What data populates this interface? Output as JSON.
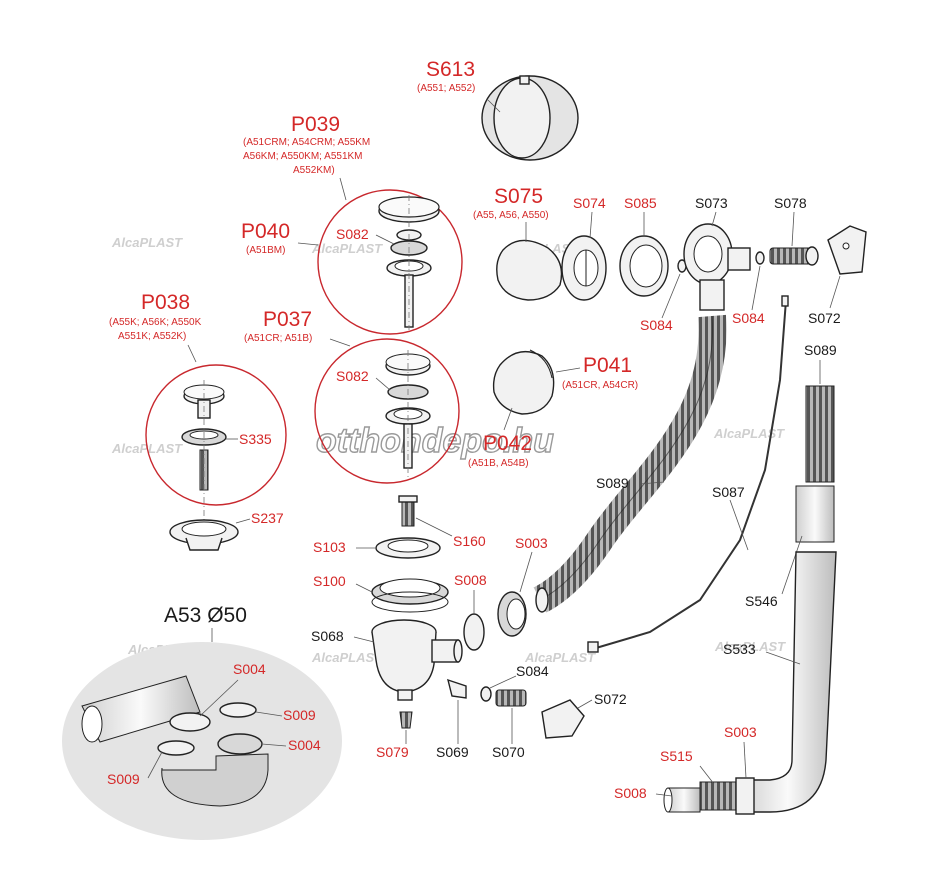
{
  "labels": {
    "s613": {
      "code": "S613",
      "sub": "(A551; A552)"
    },
    "p039": {
      "code": "P039",
      "sub1": "(A51CRM; A54CRM; A55KM",
      "sub2": "A56KM; A550KM; A551KM",
      "sub3": "A552KM)"
    },
    "p040": {
      "code": "P040",
      "sub": "(A51BM)"
    },
    "p038": {
      "code": "P038",
      "sub1": "(A55K; A56K; A550K",
      "sub2": "A551K; A552K)"
    },
    "p037": {
      "code": "P037",
      "sub": "(A51CR; A51B)"
    },
    "s075": {
      "code": "S075",
      "sub": "(A55, A56, A550)"
    },
    "p041": {
      "code": "P041",
      "sub": "(A51CR, A54CR)"
    },
    "p042": {
      "code": "P042",
      "sub": "(A51B, A54B)"
    },
    "s074": "S074",
    "s085": "S085",
    "s073": "S073",
    "s078": "S078",
    "s072_top": "S072",
    "s084_a": "S084",
    "s084_b": "S084",
    "s082_a": "S082",
    "s082_b": "S082",
    "s335": "S335",
    "s237": "S237",
    "s089_a": "S089",
    "s089_b": "S089",
    "s087": "S087",
    "s160": "S160",
    "s103": "S103",
    "s003_a": "S003",
    "s100": "S100",
    "s008_a": "S008",
    "s546": "S546",
    "s068": "S068",
    "s084_c": "S084",
    "s533": "S533",
    "s072_bot": "S072",
    "s079": "S079",
    "s069": "S069",
    "s070": "S070",
    "a53": "A53 Ø50",
    "s004_a": "S004",
    "s009_a": "S009",
    "s004_b": "S004",
    "s009_b": "S009",
    "s003_b": "S003",
    "s515": "S515",
    "s008_b": "S008"
  },
  "watermarks": {
    "site": "otthondepo.hu",
    "brand": "AlcaPLAST"
  },
  "colors": {
    "red": "#d42828",
    "black": "#1a1a1a"
  }
}
